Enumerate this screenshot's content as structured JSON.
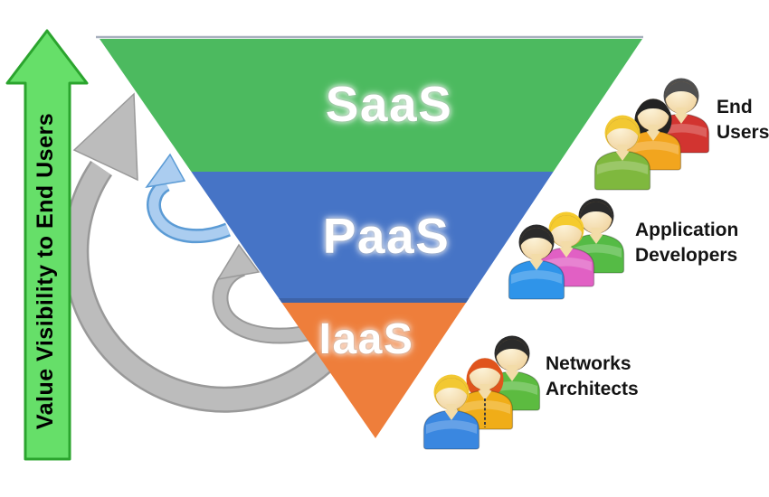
{
  "value_arrow": {
    "label": "Value Visibility to End Users",
    "fill": "#66DF69",
    "border": "#2BA42E"
  },
  "pyramid": {
    "top_line_color": "#9FA8B8",
    "layers": [
      {
        "id": "saas",
        "label": "SaaS",
        "color": "#4CBA5F"
      },
      {
        "id": "paas",
        "label": "PaaS",
        "color": "#4674C6",
        "shade": "#3E63A8"
      },
      {
        "id": "iaas",
        "label": "IaaS",
        "color": "#EE7E3B"
      }
    ]
  },
  "cycle_arrows": {
    "large": {
      "color": "#BCBCBC",
      "edge": "#999999"
    },
    "medium": {
      "color": "#BCBCBC",
      "edge": "#999999"
    },
    "small": {
      "color": "#ABCDF0",
      "edge": "#5B9BD5"
    }
  },
  "skin_tone": "#F3DCA8",
  "audiences": [
    {
      "id": "end-users",
      "lines": [
        "End",
        "Users"
      ],
      "people": [
        {
          "hair": "#4F4F4F",
          "shirt": "#D23430"
        },
        {
          "hair": "#232323",
          "shirt": "#F2A51E",
          "long": true
        },
        {
          "hair": "#F2C832",
          "shirt": "#7FB83E"
        }
      ]
    },
    {
      "id": "application-developers",
      "lines": [
        "Application",
        "Developers"
      ],
      "people": [
        {
          "hair": "#2B2B2B",
          "shirt": "#55BB45"
        },
        {
          "hair": "#F5CB2E",
          "shirt": "#E160C4"
        },
        {
          "hair": "#2B2B2B",
          "shirt": "#2F94E9"
        }
      ]
    },
    {
      "id": "networks-architects",
      "lines": [
        "Networks",
        "Architects"
      ],
      "people": [
        {
          "hair": "#2B2B2B",
          "shirt": "#5CBB40"
        },
        {
          "hair": "#E0541C",
          "shirt": "#F0AD18",
          "long": true,
          "zipper": true
        },
        {
          "hair": "#F2C832",
          "shirt": "#3A87E0"
        }
      ]
    }
  ]
}
